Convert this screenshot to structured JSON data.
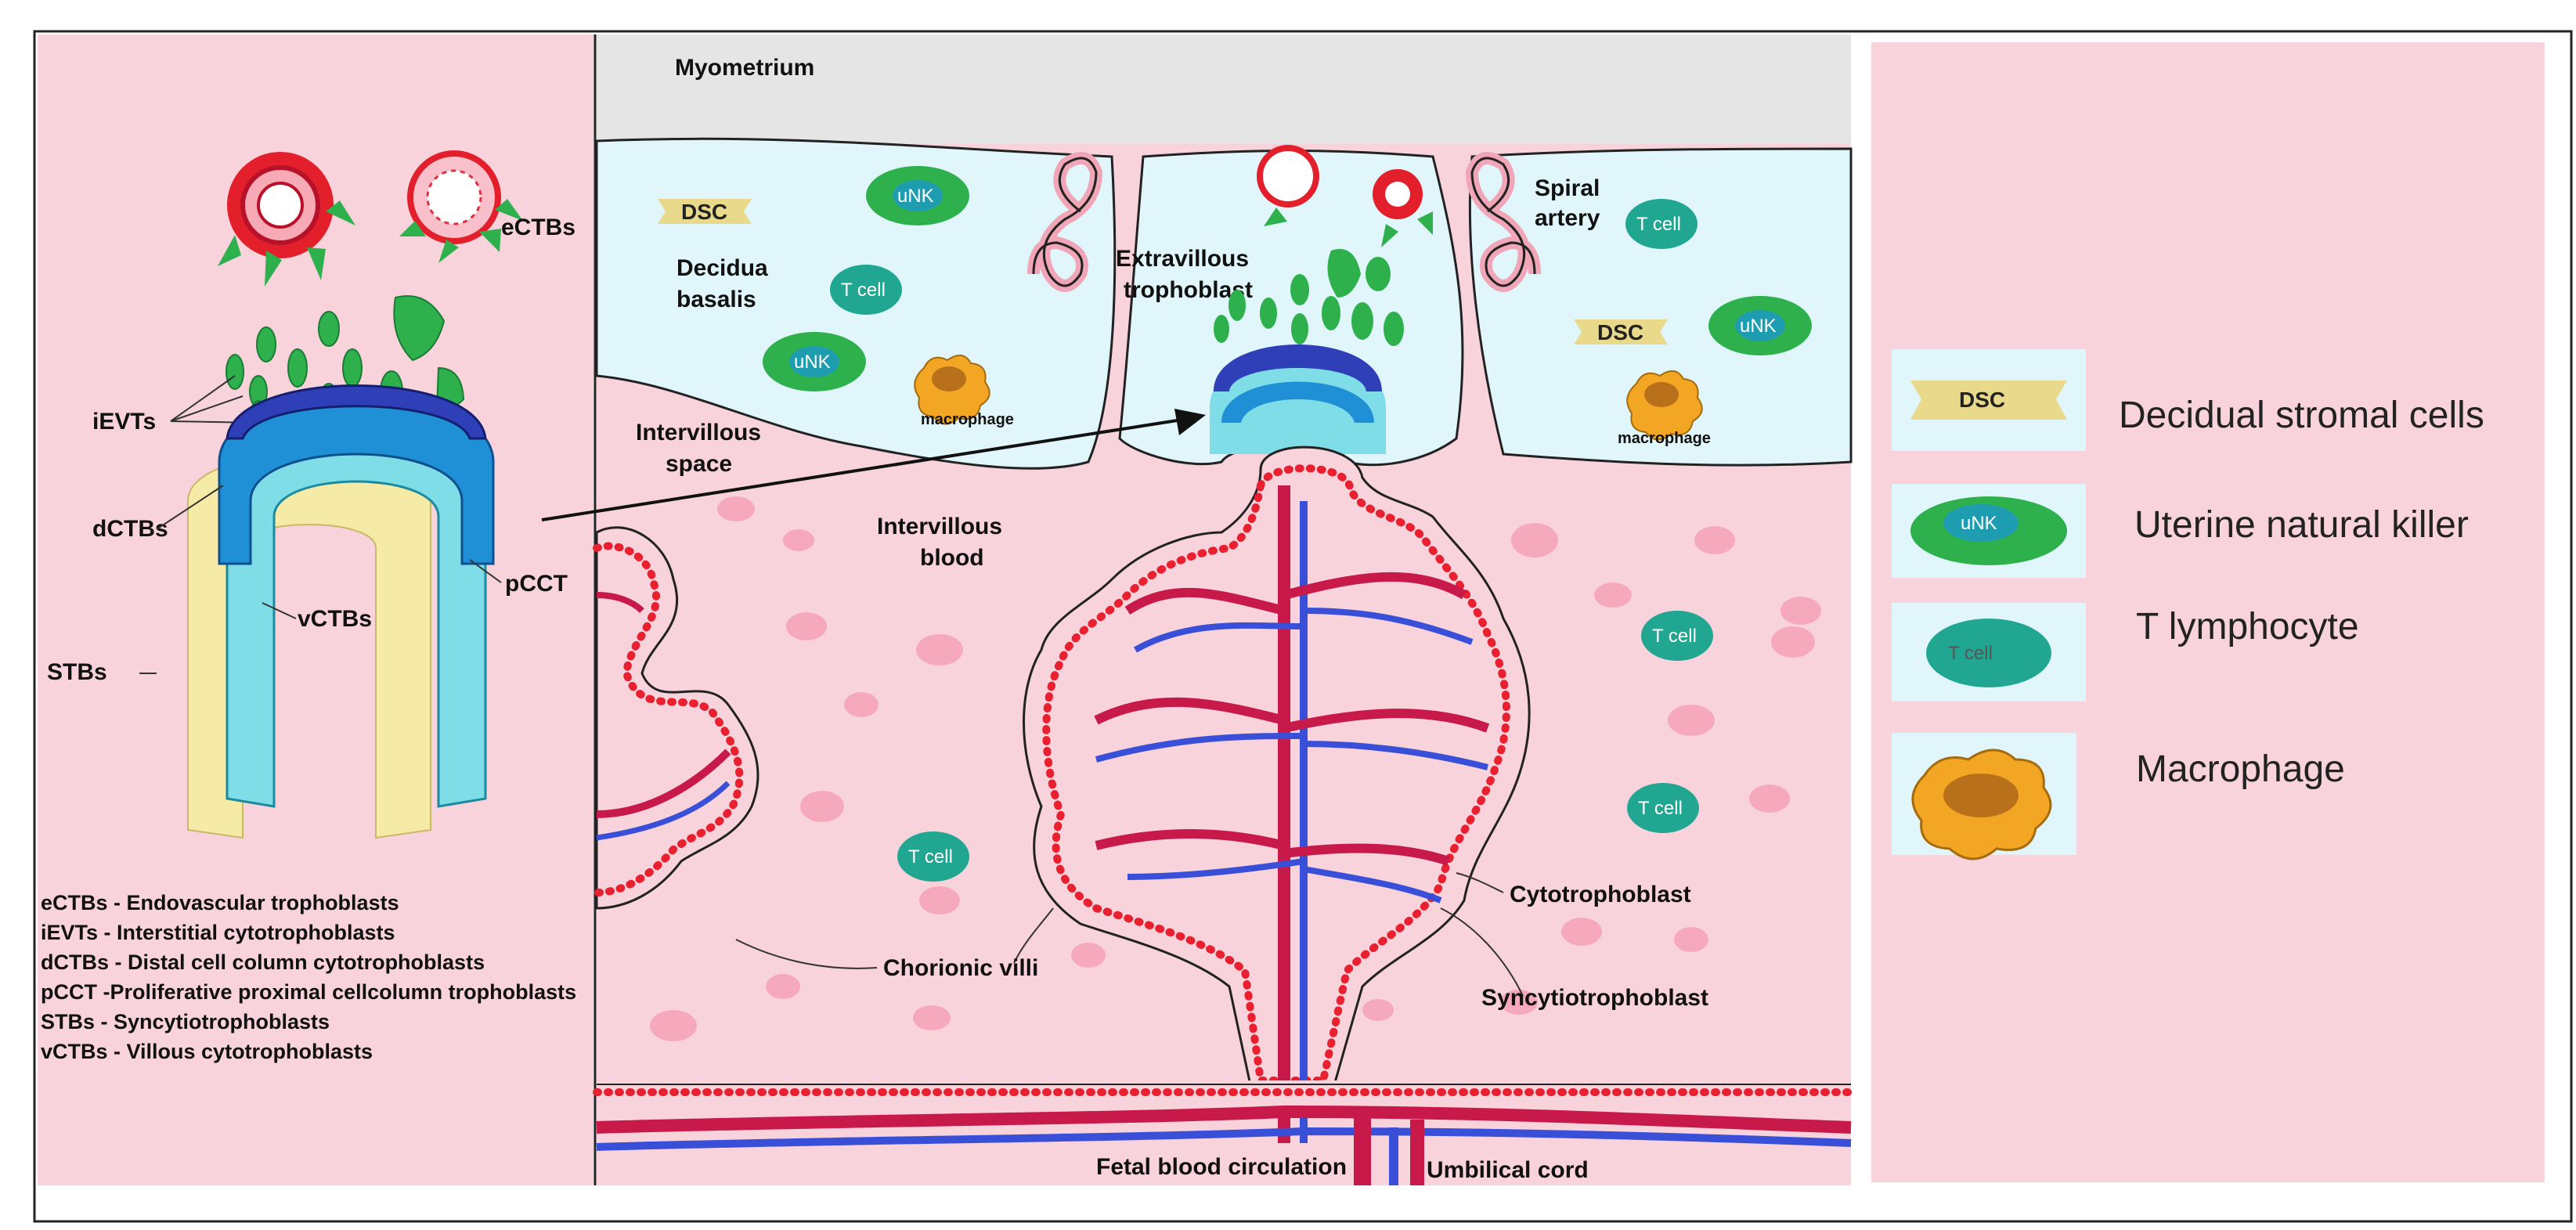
{
  "labels": {
    "myometrium": "Myometrium",
    "decidua_basalis_1": "Decidua",
    "decidua_basalis_2": "basalis",
    "spiral_artery_1": "Spiral",
    "spiral_artery_2": "artery",
    "extravillous_1": "Extravillous",
    "extravillous_2": "trophoblast",
    "intervillous_space_1": "Intervillous",
    "intervillous_space_2": "space",
    "intervillous_blood_1": "Intervillous",
    "intervillous_blood_2": "blood",
    "cytotrophoblast": "Cytotrophoblast",
    "syncytiotrophoblast": "Syncytiotrophoblast",
    "chorionic_villi": "Chorionic villi",
    "fetal_blood": "Fetal blood circulation",
    "umbilical_cord": "Umbilical cord",
    "macrophage": "macrophage",
    "ectbs": "eCTBs",
    "ievts": "iEVTs",
    "dctbs": "dCTBs",
    "pcct": "pCCT",
    "vctbs": "vCTBs",
    "stbs": "STBs"
  },
  "cells": {
    "dsc": "DSC",
    "unk": "uNK",
    "tcell": "T cell"
  },
  "abbreviations": [
    "eCTBs - Endovascular trophoblasts",
    "iEVTs  - Interstitial cytotrophoblasts",
    "dCTBs - Distal cell column cytotrophoblasts",
    "pCCT -Proliferative proximal cellcolumn trophoblasts",
    "STBs  - Syncytiotrophoblasts",
    "vCTBs - Villous cytotrophoblasts"
  ],
  "legend": [
    {
      "icon": "DSC",
      "label": "Decidual stromal cells"
    },
    {
      "icon": "uNK",
      "label": "Uterine natural killer"
    },
    {
      "icon": "T cell",
      "label": "T lymphocyte"
    },
    {
      "icon": "",
      "label": "Macrophage"
    }
  ],
  "colors": {
    "panel_pink": "#f8d3dc",
    "decidua_blue": "#e0f6fa",
    "myometrium_gray": "#e5e5e5",
    "artery_red": "#c8194b",
    "vein_blue": "#3a4fd8",
    "unk_green": "#2eb14c",
    "tcell_teal": "#21a692",
    "dsc_yellow": "#e9d98b",
    "macrophage_orange": "#f2a623"
  }
}
